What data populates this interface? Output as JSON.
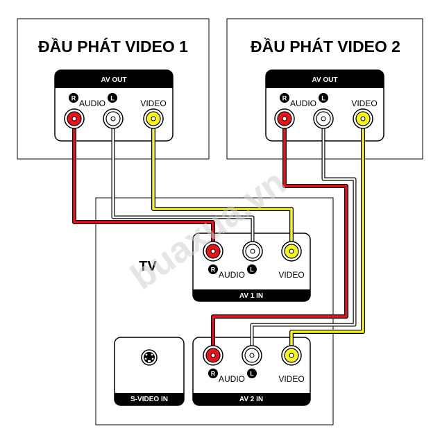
{
  "devices": {
    "player1_title": "ĐẦU PHÁT VIDEO 1",
    "player2_title": "ĐẦU PHÁT VIDEO 2",
    "tv_title": "TV"
  },
  "panels": {
    "av_out": "AV OUT",
    "av1_in": "AV 1 IN",
    "av2_in": "AV 2 IN",
    "svideo_in": "S-VIDEO IN"
  },
  "jack_labels": {
    "audio": "AUDIO",
    "video": "VIDEO",
    "right": "R",
    "left": "L"
  },
  "watermark": "buaxua.vn",
  "colors": {
    "right_audio": "#e8141b",
    "left_audio": "#ffffff",
    "video": "#f7f31c",
    "panel": "#000000",
    "watermark": "#cfcfcf"
  }
}
